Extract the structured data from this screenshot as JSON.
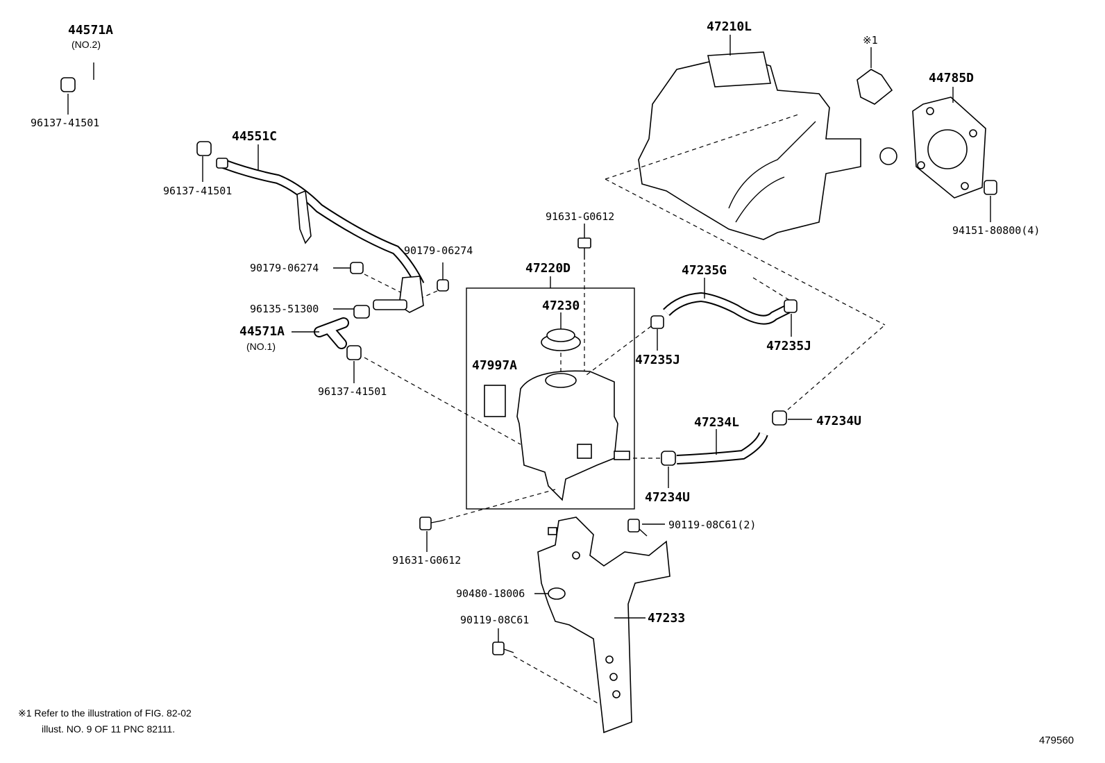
{
  "labels": {
    "hose_44571a_no2": "44571A",
    "hose_44571a_no2_sub": "(NO.2)",
    "clip_96137_a": "96137-41501",
    "hose_44551c": "44551C",
    "clip_96137_b": "96137-41501",
    "cyl_47210l": "47210L",
    "ref_mark_1": "※1",
    "gasket_44785d": "44785D",
    "nut_94151": "94151-80800(4)",
    "bolt_91631_top": "91631-G0612",
    "nut_90179_right": "90179-06274",
    "nut_90179_left": "90179-06274",
    "union_96135": "96135-51300",
    "hose_44571a_no1": "44571A",
    "hose_44571a_no1_sub": "(NO.1)",
    "clip_96137_c": "96137-41501",
    "reservoir_47220d": "47220D",
    "cap_47230": "47230",
    "label_47997a": "47997A",
    "hose_47235g": "47235G",
    "clip_47235j_left": "47235J",
    "clip_47235j_right": "47235J",
    "hose_47234l": "47234L",
    "clip_47234u_right": "47234U",
    "clip_47234u_left": "47234U",
    "bolt_91631_bottom": "91631-G0612",
    "bolt_90119_2": "90119-08C61(2)",
    "washer_90480": "90480-18006",
    "bolt_90119": "90119-08C61",
    "bracket_47233": "47233"
  },
  "footnote": {
    "line1": "※1 Refer to the illustration of FIG. 82-02",
    "line2": "illust. NO. 9 OF 11 PNC 82111."
  },
  "diagram_number": "479560"
}
